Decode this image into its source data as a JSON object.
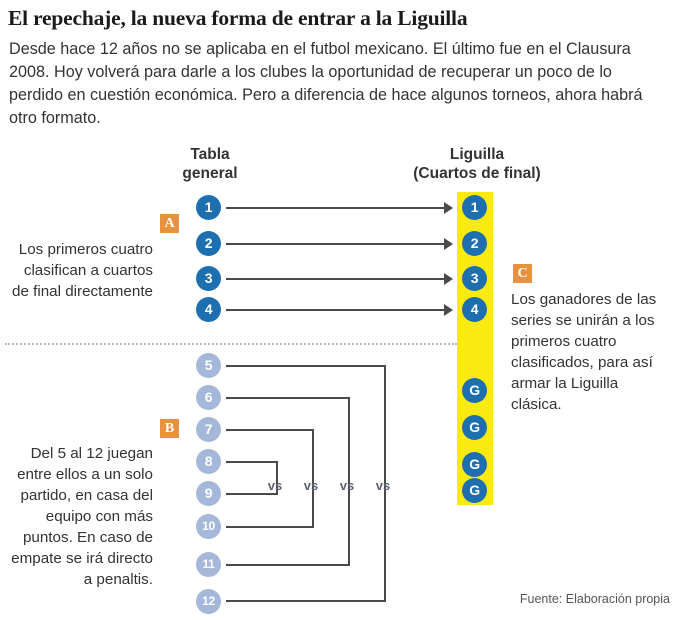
{
  "article": {
    "headline": "El repechaje, la nueva forma de entrar a la Liguilla",
    "standfirst": "Desde hace 12 años no se aplicaba en el futbol mexicano. El último fue en el Clausura 2008. Hoy volverá para darle a los clubes la oportunidad de recuperar un poco de lo perdido en cuestión económica. Pero a diferencia de hace algunos torneos, ahora habrá otro formato."
  },
  "columns": {
    "left": {
      "line1": "Tabla",
      "line2": "general"
    },
    "right": {
      "line1": "Liguilla",
      "line2": "(Cuartos de final)"
    }
  },
  "colors": {
    "seed_dark": "#1d6fb0",
    "seed_light": "#a5b8da",
    "highlight": "#fbea11",
    "badge": "#e8913f",
    "line": "#4a4a4a",
    "text": "#333333"
  },
  "table_general": {
    "direct_qualifiers": [
      "1",
      "2",
      "3",
      "4"
    ],
    "repechaje_seeds": [
      "5",
      "6",
      "7",
      "8",
      "9",
      "10",
      "11",
      "12"
    ]
  },
  "liguilla": {
    "qualified": [
      "1",
      "2",
      "3",
      "4"
    ],
    "winners": [
      "G",
      "G",
      "G",
      "G"
    ]
  },
  "matchups": {
    "vs_label": "vs",
    "pairs": [
      {
        "home": "8",
        "away": "9",
        "label": "vs"
      },
      {
        "home": "7",
        "away": "10",
        "label": "vs"
      },
      {
        "home": "6",
        "away": "11",
        "label": "vs"
      },
      {
        "home": "5",
        "away": "12",
        "label": "vs"
      }
    ]
  },
  "notes": {
    "a": {
      "badge": "A",
      "text": "Los primeros cuatro clasifican a cuartos de final directamente"
    },
    "b": {
      "badge": "B",
      "text": "Del 5 al 12 juegan entre ellos a un solo partido, en casa del equipo con más puntos. En caso de empate se irá directo a penaltis."
    },
    "c": {
      "badge": "C",
      "text": "Los ganadores de las series se unirán a los primeros cuatro clasificados, para así armar la Liguilla clásica."
    }
  },
  "source": "Fuente: Elaboración propia"
}
